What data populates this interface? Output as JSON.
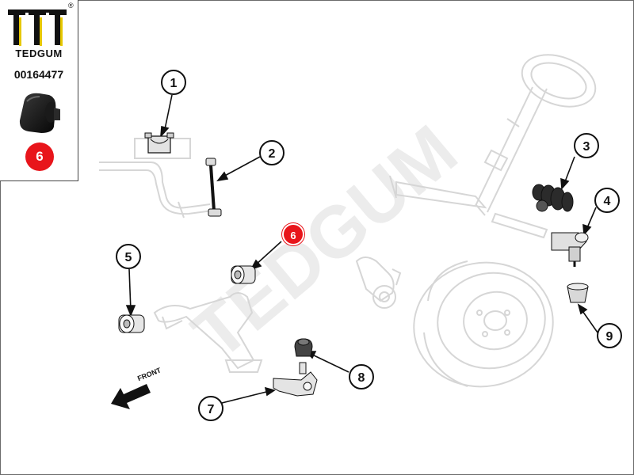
{
  "brand": {
    "name": "TEDGUM",
    "registered": "®"
  },
  "part_number": "00164477",
  "highlighted_part": "6",
  "front_label": "FRONT",
  "callouts": [
    {
      "id": "1",
      "label": "1"
    },
    {
      "id": "2",
      "label": "2"
    },
    {
      "id": "3",
      "label": "3"
    },
    {
      "id": "4",
      "label": "4"
    },
    {
      "id": "5",
      "label": "5"
    },
    {
      "id": "6",
      "label": "6"
    },
    {
      "id": "7",
      "label": "7"
    },
    {
      "id": "8",
      "label": "8"
    },
    {
      "id": "9",
      "label": "9"
    }
  ],
  "colors": {
    "accent": "#e8151b",
    "line": "#111111",
    "ghost": "#dcdcdc"
  }
}
